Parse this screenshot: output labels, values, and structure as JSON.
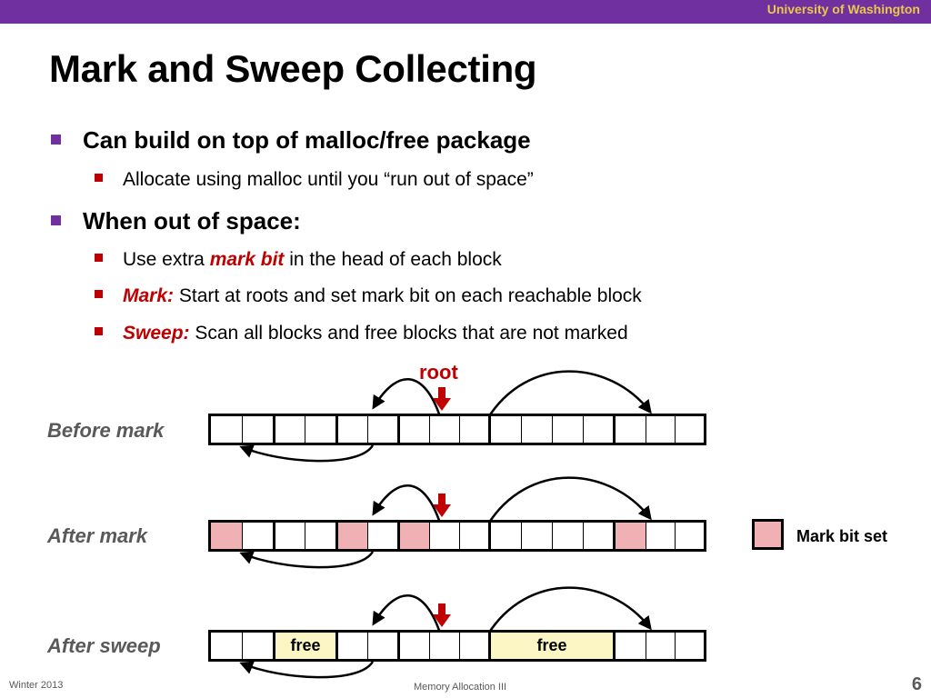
{
  "header": {
    "institution": "University of Washington"
  },
  "slide": {
    "title": "Mark and Sweep Collecting"
  },
  "bullets": {
    "b1": "Can build on top of malloc/free package",
    "b1_1": "Allocate using malloc until you “run out of space”",
    "b2": "When out of space:",
    "b2_1_pre": "Use extra ",
    "b2_1_em": "mark bit",
    "b2_1_post": " in the head of each block",
    "b2_2_em": "Mark:",
    "b2_2_post": " Start at roots and set mark bit on each reachable block",
    "b2_3_em": "Sweep:",
    "b2_3_post": " Scan all blocks and free blocks that are not marked"
  },
  "diagram": {
    "root_label": "root",
    "rows": [
      {
        "label": "Before mark"
      },
      {
        "label": "After mark"
      },
      {
        "label": "After sweep"
      }
    ],
    "free_label": "free",
    "legend_label": "Mark bit set",
    "colors": {
      "mark": "#efb1b4",
      "free": "#fbf6c3",
      "arrow_root": "#c00000"
    }
  },
  "footer": {
    "term": "Winter 2013",
    "course": "Memory Allocation III",
    "page": "6"
  }
}
